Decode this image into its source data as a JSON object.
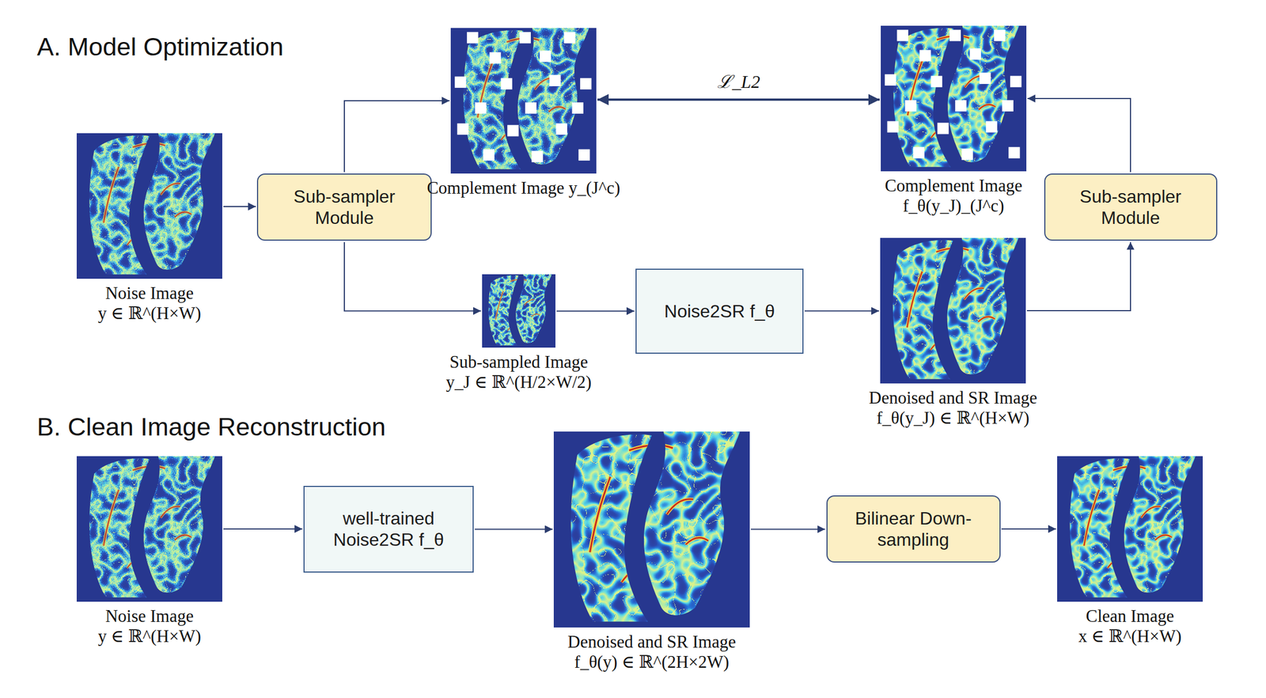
{
  "diagram": {
    "nodes": [
      {
        "text": [
          "Noise Image",
          "y ∈ ℝ^(H×W)"
        ]
      },
      {
        "text": [
          "Sub-sampler Module"
        ]
      },
      {
        "text": [
          "Complement Image y_(J^c)"
        ]
      },
      {
        "text": [
          "Sub-sampled Image",
          "y_J ∈ ℝ^(H/2×W/2)"
        ]
      },
      {
        "text": [
          "Noise2SR f_θ"
        ]
      },
      {
        "text": [
          "Denoised and SR Image",
          "f_θ(y_J) ∈ ℝ^(H×W)"
        ]
      },
      {
        "text": [
          "Sub-sampler Module"
        ]
      },
      {
        "text": [
          "Complement Image",
          "f_θ(y_J)_(J^c)"
        ]
      },
      {
        "text": [
          "Noise Image",
          "y ∈ ℝ^(H×W)"
        ]
      },
      {
        "text": [
          "well-trained Noise2SR f_θ"
        ]
      },
      {
        "text": [
          "Denoised and SR Image",
          "f_θ(y) ∈ ℝ^(2H×2W)"
        ]
      },
      {
        "text": [
          "Bilinear Down-sampling"
        ]
      },
      {
        "text": [
          "Clean Image",
          "x ∈ ℝ^(H×W)"
        ]
      }
    ],
    "edges": [
      {
        "from": 0,
        "to": 1,
        "arrow": "to"
      },
      {
        "from": 1,
        "to": 2,
        "arrow": "to"
      },
      {
        "from": 1,
        "to": 3,
        "arrow": "to"
      },
      {
        "from": 3,
        "to": 4,
        "arrow": "to"
      },
      {
        "from": 4,
        "to": 5,
        "arrow": "to"
      },
      {
        "from": 5,
        "to": 6,
        "arrow": "to"
      },
      {
        "from": 6,
        "to": 7,
        "arrow": "to"
      },
      {
        "from": 2,
        "to": 7,
        "arrow": "both",
        "label": "ℒ_L2"
      },
      {
        "from": 8,
        "to": 9,
        "arrow": "to"
      },
      {
        "from": 9,
        "to": 10,
        "arrow": "to"
      },
      {
        "from": 10,
        "to": 11,
        "arrow": "to"
      },
      {
        "from": 11,
        "to": 12,
        "arrow": "to"
      }
    ],
    "labels": [
      "A. Model Optimization",
      "B. Clean Image Reconstruction"
    ]
  }
}
